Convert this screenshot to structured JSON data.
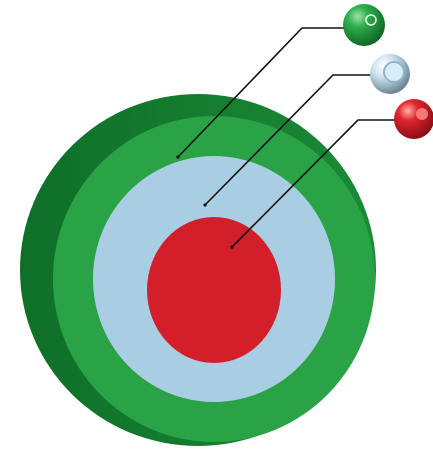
{
  "diagram": {
    "type": "concentric-target-with-callouts",
    "colors": {
      "outer_ring": "#2aa246",
      "outer_ring_side": "#12792e",
      "middle_ring": "#a9cde2",
      "inner_core": "#d31f2a",
      "leader_line": "#111111",
      "background": "#ffffff"
    },
    "layers": [
      {
        "name": "outer",
        "color": "#2aa246",
        "marker_color": "#1f9a3c"
      },
      {
        "name": "middle",
        "color": "#a9cde2",
        "marker_color": "#c5d4de"
      },
      {
        "name": "inner",
        "color": "#d31f2a",
        "marker_color": "#d31f2a"
      }
    ]
  }
}
